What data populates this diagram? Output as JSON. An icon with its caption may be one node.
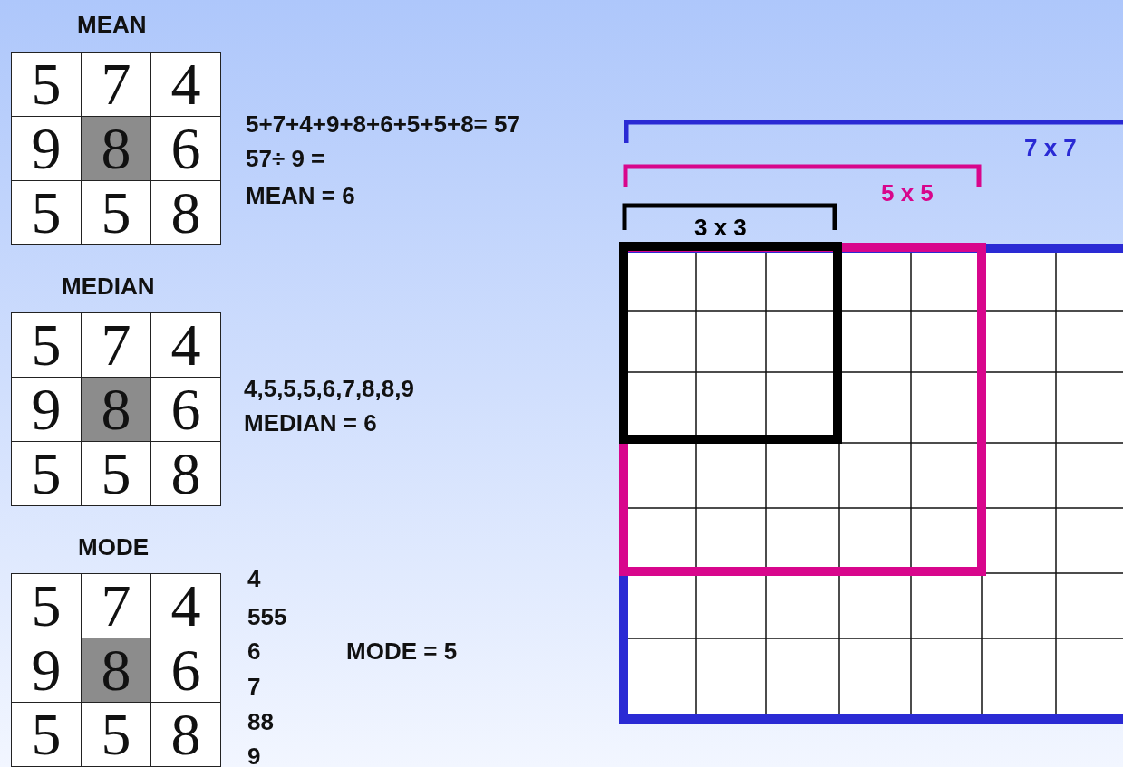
{
  "diagram": {
    "labels": [
      "MEAN",
      "5",
      "7",
      "4",
      "9",
      "8",
      "6",
      "5",
      "5",
      "8",
      "5+7+4+9+8+6+5+5+8= 57",
      "57÷ 9 =",
      "MEAN = 6",
      "MEDIAN",
      "5",
      "7",
      "4",
      "9",
      "8",
      "6",
      "5",
      "5",
      "8",
      "4,5,5,5,6,7,8,8,9",
      "MEDIAN = 6",
      "MODE",
      "5",
      "7",
      "4",
      "9",
      "8",
      "6",
      "5",
      "5",
      "8",
      "4",
      "555",
      "6",
      "7",
      "88",
      "9",
      "MODE = 5",
      "7 x 7",
      "5 x 5",
      "3 x 3"
    ]
  }
}
